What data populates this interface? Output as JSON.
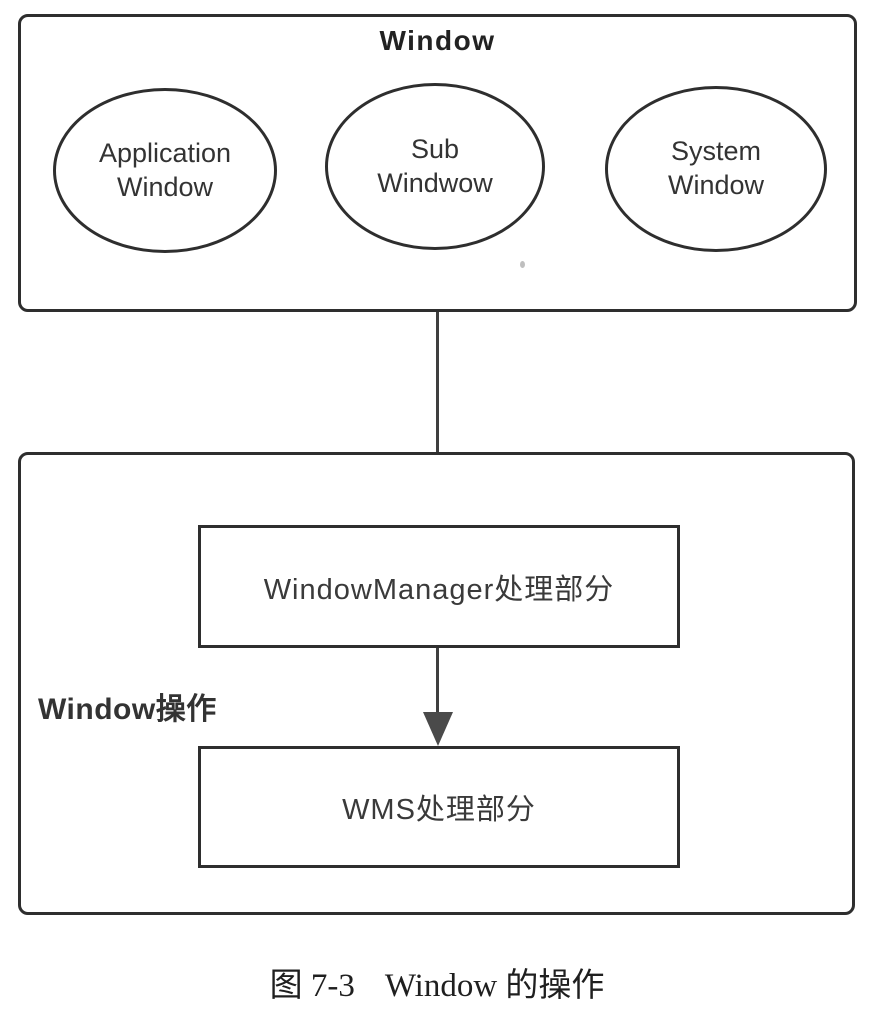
{
  "diagram": {
    "window_group": {
      "title": "Window",
      "ellipses": [
        {
          "line1": "Application",
          "line2": "Window"
        },
        {
          "line1": "Sub",
          "line2": "Windwow"
        },
        {
          "line1": "System",
          "line2": "Window"
        }
      ]
    },
    "operation_group": {
      "label": "Window操作",
      "boxes": [
        {
          "label": "WindowManager处理部分"
        },
        {
          "label": "WMS处理部分"
        }
      ]
    },
    "caption": {
      "prefix": "图 7-3",
      "text": "Window 的操作"
    },
    "colors": {
      "ink": "#2e2e2e",
      "arrow": "#4a4a4a",
      "text": "#2f2f2f",
      "background": "#ffffff"
    }
  }
}
